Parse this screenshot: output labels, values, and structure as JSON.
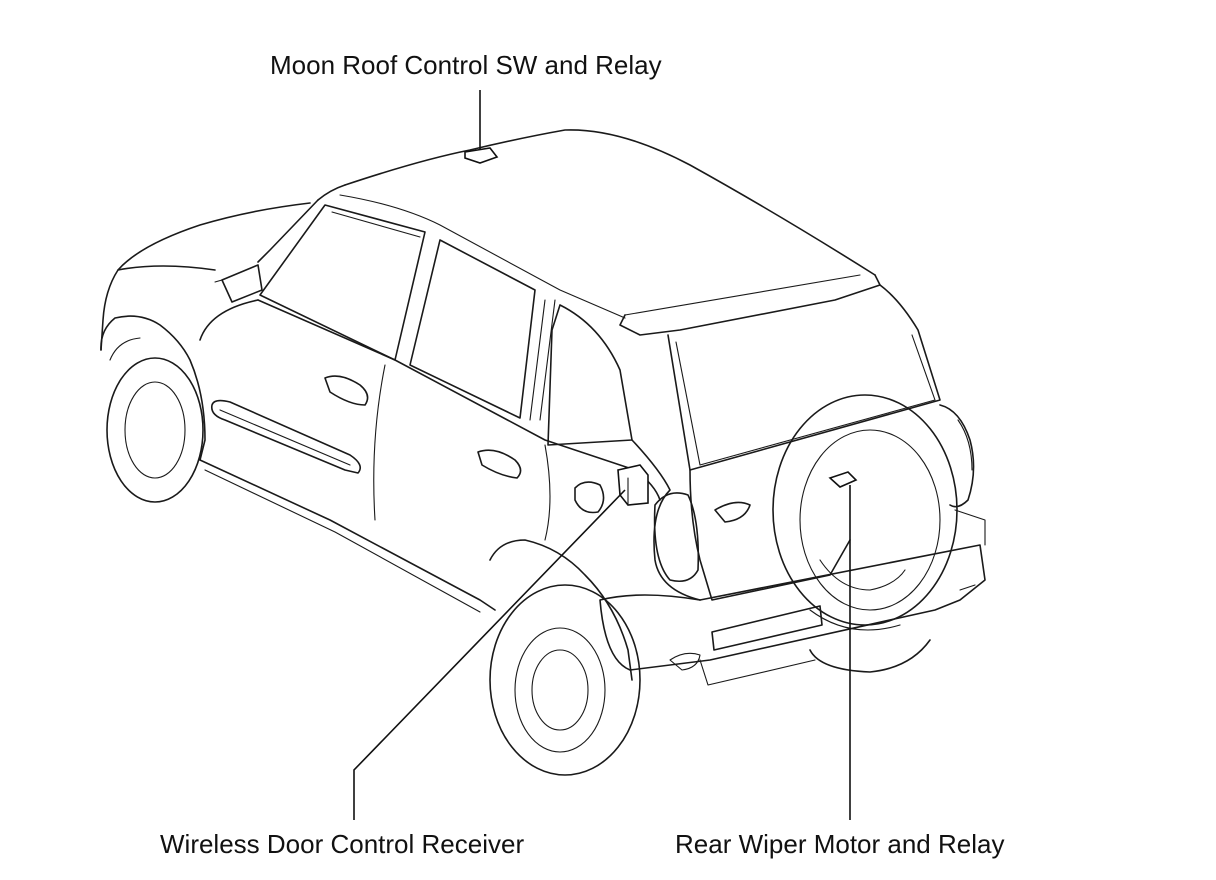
{
  "diagram": {
    "callouts": [
      {
        "id": "moon_roof",
        "label": "Moon Roof Control SW and Relay"
      },
      {
        "id": "wireless",
        "label": "Wireless Door Control Receiver"
      },
      {
        "id": "rear_wiper",
        "label": "Rear Wiper Motor and Relay"
      }
    ]
  },
  "colors": {
    "line": "#1a1a1a",
    "background": "#ffffff"
  }
}
